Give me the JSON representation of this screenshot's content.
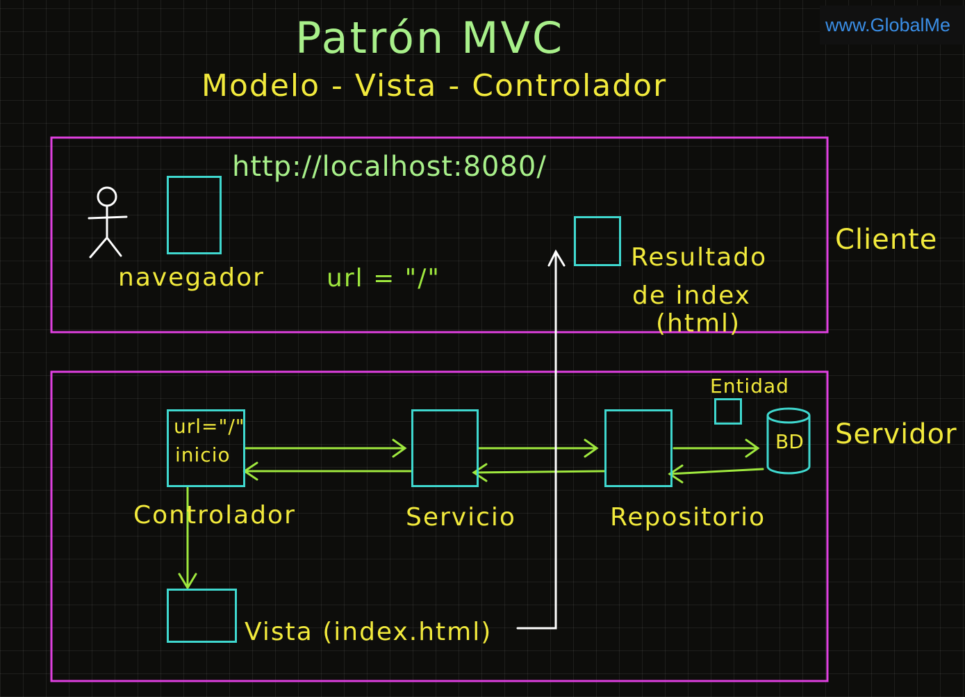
{
  "title": "Patrón  MVC",
  "subtitle": "Modelo - Vista - Controlador",
  "watermark": "www.GlobalMe",
  "client": {
    "zone_label": "Cliente",
    "url_text": "http://localhost:8080/",
    "browser_label": "navegador",
    "url_assign": "url = \"/\"",
    "result_label_1": "Resultado",
    "result_label_2": "de index",
    "result_label_3": "(html)"
  },
  "server": {
    "zone_label": "Servidor",
    "controller_line_1": "url=\"/\"",
    "controller_line_2": "inicio",
    "controller_label": "Controlador",
    "service_label": "Servicio",
    "repository_label": "Repositorio",
    "entity_label": "Entidad",
    "db_label": "BD",
    "view_label": "Vista (index.html)"
  },
  "colors": {
    "zone_border": "#e040e0",
    "box_border": "#3fd8cf",
    "arrow": "#9fe83e",
    "return_arrow": "#ffffff",
    "title_text": "#a8f08a",
    "label_text": "#f2ea3c"
  }
}
